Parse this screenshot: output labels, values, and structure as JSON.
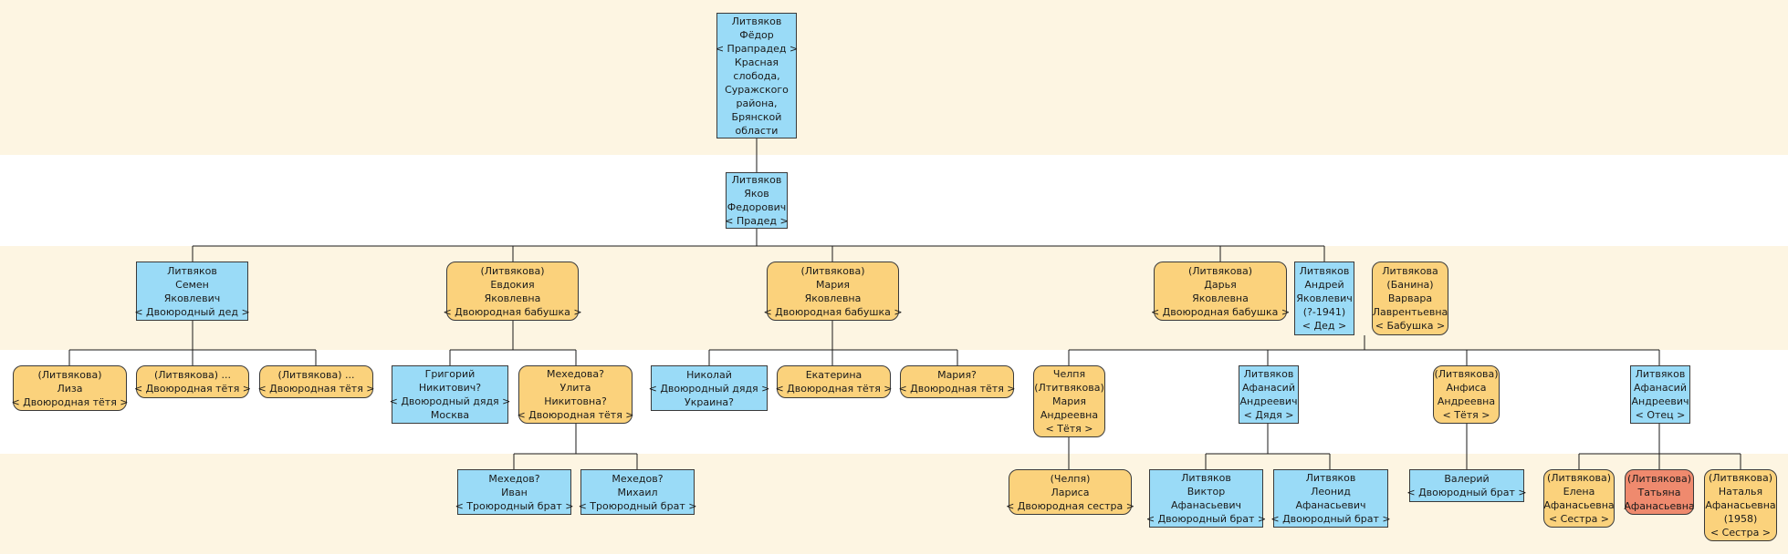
{
  "colors": {
    "male": "#9adbf7",
    "female": "#fbd27c",
    "self": "#ef8a6e",
    "band": "#fdf5e2"
  },
  "nodes": {
    "fedor": {
      "lines": [
        "Литвяков",
        "Фёдор",
        "< Прапрадед >",
        "Красная",
        "слобода,",
        "Суражского",
        "района,",
        "Брянской",
        "области"
      ]
    },
    "yakov": {
      "lines": [
        "Литвяков",
        "Яков",
        "Федорович",
        "< Прадед >"
      ]
    },
    "semen": {
      "lines": [
        "Литвяков",
        "Семен",
        "Яковлевич",
        "< Двоюродный дед >"
      ]
    },
    "evdokia": {
      "lines": [
        "(Литвякова)",
        "Евдокия",
        "Яковлевна",
        "< Двоюродная бабушка >"
      ]
    },
    "mariaY": {
      "lines": [
        "(Литвякова)",
        "Мария",
        "Яковлевна",
        "< Двоюродная бабушка >"
      ]
    },
    "darya": {
      "lines": [
        "(Литвякова)",
        "Дарья",
        "Яковлевна",
        "< Двоюродная бабушка >"
      ]
    },
    "andrey": {
      "lines": [
        "Литвяков",
        "Андрей",
        "Яковлевич",
        "(?-1941)",
        "< Дед >"
      ]
    },
    "varvara": {
      "lines": [
        "Литвякова",
        "(Банина)",
        "Варвара",
        "Лаврентьевна",
        "< Бабушка >"
      ]
    },
    "liza": {
      "lines": [
        "(Литвякова)",
        "Лиза",
        "< Двоюродная тётя >"
      ]
    },
    "lit1": {
      "lines": [
        "(Литвякова) ...",
        "< Двоюродная тётя >"
      ]
    },
    "lit2": {
      "lines": [
        "(Литвякова) ...",
        "< Двоюродная тётя >"
      ]
    },
    "grigoriy": {
      "lines": [
        "Григорий",
        "Никитович?",
        "< Двоюродный дядя >",
        "Москва"
      ]
    },
    "ulita": {
      "lines": [
        "Мехедова?",
        "Улита",
        "Никитовна?",
        "< Двоюродная тётя >"
      ]
    },
    "nikolay": {
      "lines": [
        "Николай",
        "< Двоюродный дядя >",
        "Украина?"
      ]
    },
    "ekaterina": {
      "lines": [
        "Екатерина",
        "< Двоюродная тётя >"
      ]
    },
    "mariaQ": {
      "lines": [
        "Мария?",
        "< Двоюродная тётя >"
      ]
    },
    "chelya": {
      "lines": [
        "Челпя",
        "(Лтитвякова)",
        "Мария",
        "Андреевна",
        "< Тётя >"
      ]
    },
    "afanasiy1": {
      "lines": [
        "Литвяков",
        "Афанасий",
        "Андреевич",
        "< Дядя >"
      ]
    },
    "anfisa": {
      "lines": [
        "(Литвякова)",
        "Анфиса",
        "Андреевна",
        "< Тётя >"
      ]
    },
    "afanasiy2": {
      "lines": [
        "Литвяков",
        "Афанасий",
        "Андреевич",
        "< Отец >"
      ]
    },
    "ivan": {
      "lines": [
        "Мехедов?",
        "Иван",
        "< Троюродный брат >"
      ]
    },
    "mikhail": {
      "lines": [
        "Мехедов?",
        "Михаил",
        "< Троюродный брат >"
      ]
    },
    "larisa": {
      "lines": [
        "(Челпя)",
        "Лариса",
        "< Двоюродная сестра >"
      ]
    },
    "viktor": {
      "lines": [
        "Литвяков",
        "Виктор",
        "Афанасьевич",
        "< Двоюродный брат >"
      ]
    },
    "leonid": {
      "lines": [
        "Литвяков",
        "Леонид",
        "Афанасьевич",
        "< Двоюродный брат >"
      ]
    },
    "valeriy": {
      "lines": [
        "Валерий",
        "< Двоюродный брат >"
      ]
    },
    "elena": {
      "lines": [
        "(Литвякова)",
        "Елена",
        "Афанасьевна",
        "< Сестра >"
      ]
    },
    "tatyana": {
      "lines": [
        "(Литвякова)",
        "Татьяна",
        "Афанасьевна"
      ]
    },
    "natalya": {
      "lines": [
        "(Литвякова)",
        "Наталья",
        "Афанасьевна",
        "(1958)",
        "< Сестра >"
      ]
    }
  }
}
